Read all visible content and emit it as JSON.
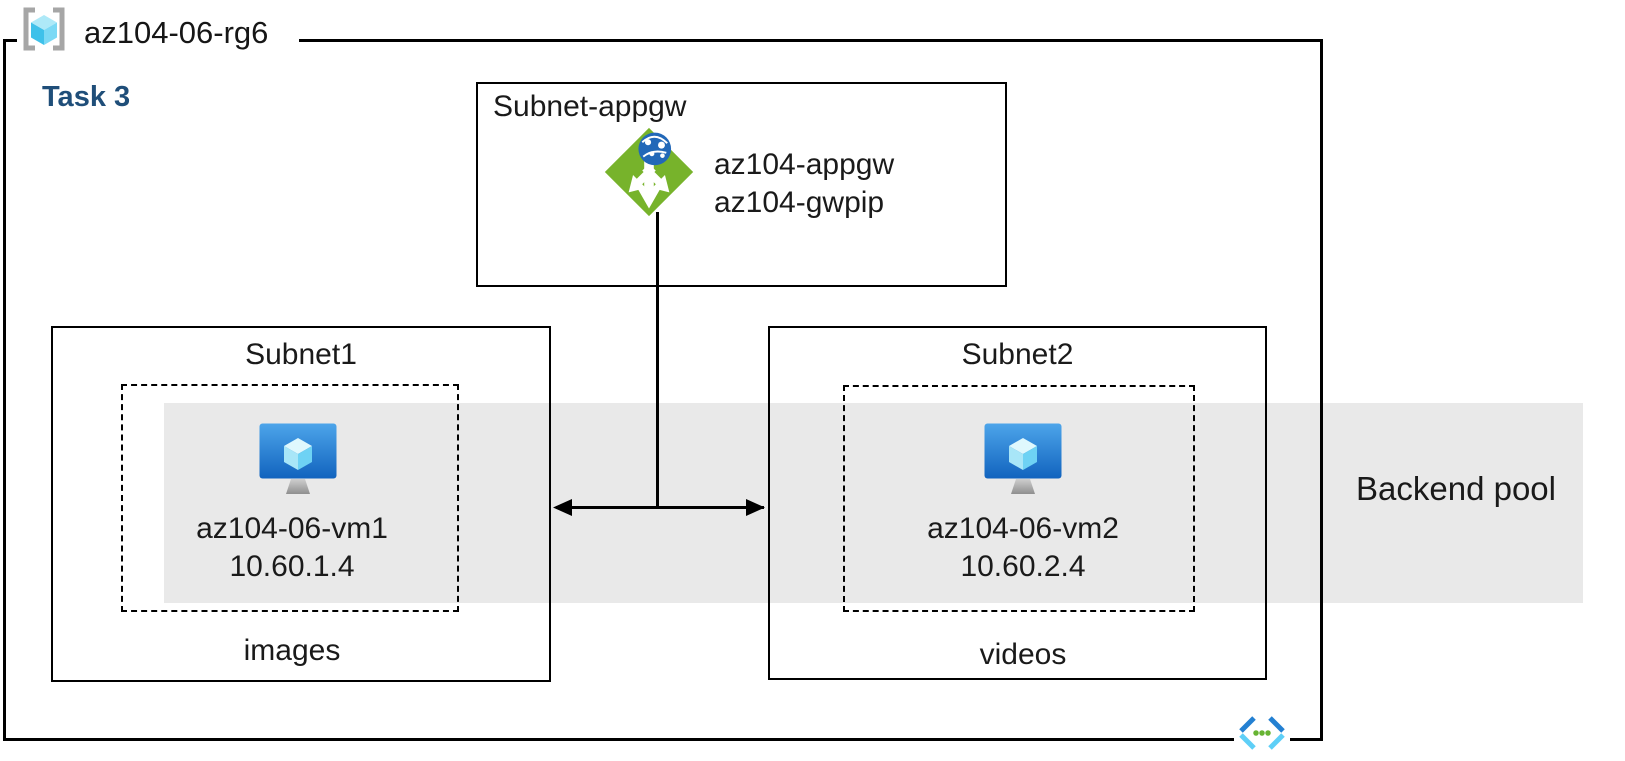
{
  "resource_group": {
    "name": "az104-06-rg6"
  },
  "task": {
    "label": "Task 3"
  },
  "appgw_subnet": {
    "label": "Subnet-appgw",
    "gateway_name": "az104-appgw",
    "public_ip_name": "az104-gwpip"
  },
  "subnet1": {
    "label": "Subnet1",
    "vm_name": "az104-06-vm1",
    "vm_ip": "10.60.1.4",
    "content_label": "images"
  },
  "subnet2": {
    "label": "Subnet2",
    "vm_name": "az104-06-vm2",
    "vm_ip": "10.60.2.4",
    "content_label": "videos"
  },
  "backend_pool": {
    "label": "Backend pool"
  },
  "icons": [
    "resource-group-icon",
    "application-gateway-icon",
    "virtual-machine-icon",
    "virtual-network-icon"
  ],
  "colors": {
    "backend_pool_band": "#e9e9e9",
    "task_label_blue": "#1f4e79",
    "appgw_green": "#77b32b",
    "appgw_globe_blue": "#2268b8",
    "vm_screen_blue_top": "#4da5ea",
    "vm_screen_blue_bottom": "#1163be",
    "vm_cube_cyan": "#a8e6f8",
    "vnet_dark_blue": "#2380d2",
    "vnet_light_cyan": "#5ecff7",
    "vnet_dot_green": "#67b433",
    "rg_bracket_gray": "#a6a6a6",
    "rg_cube_cyan": "#3ec1ea",
    "line_black": "#000000"
  }
}
